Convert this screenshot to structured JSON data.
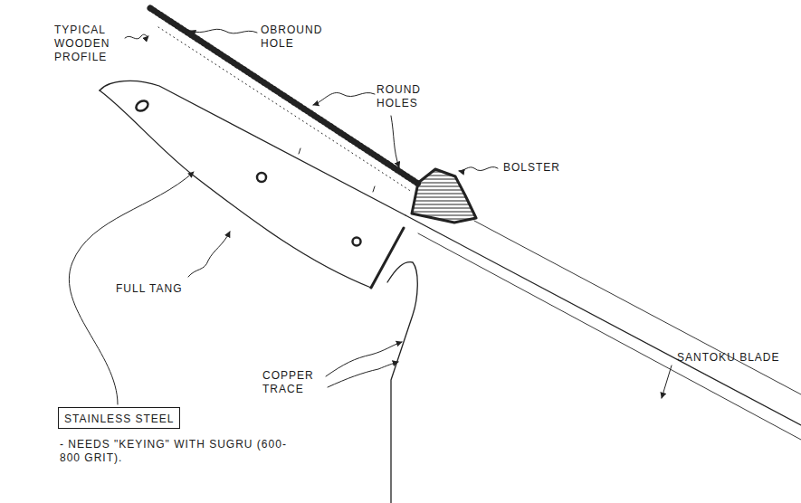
{
  "diagram": {
    "nodes": [
      {
        "text": [
          "STAINLESS STEEL"
        ]
      }
    ],
    "labels": [
      "TYPICAL WOODEN PROFILE",
      "OBROUND HOLE",
      "ROUND HOLES",
      "BOLSTER",
      "FULL TANG",
      "COPPER TRACE",
      "SANTOKU BLADE",
      "- NEEDS \"KEYING\" WITH SUGRU (600-800 GRIT)."
    ]
  }
}
